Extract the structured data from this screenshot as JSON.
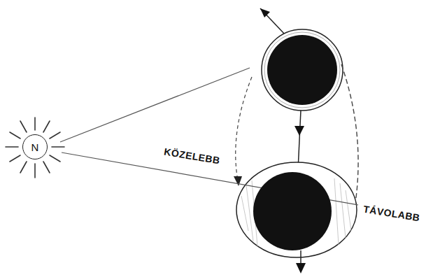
{
  "diagram": {
    "nodes": [
      {
        "text": [
          "N"
        ]
      }
    ],
    "labels": [
      "KÖZELEBB",
      "TÁVOLABB"
    ]
  }
}
